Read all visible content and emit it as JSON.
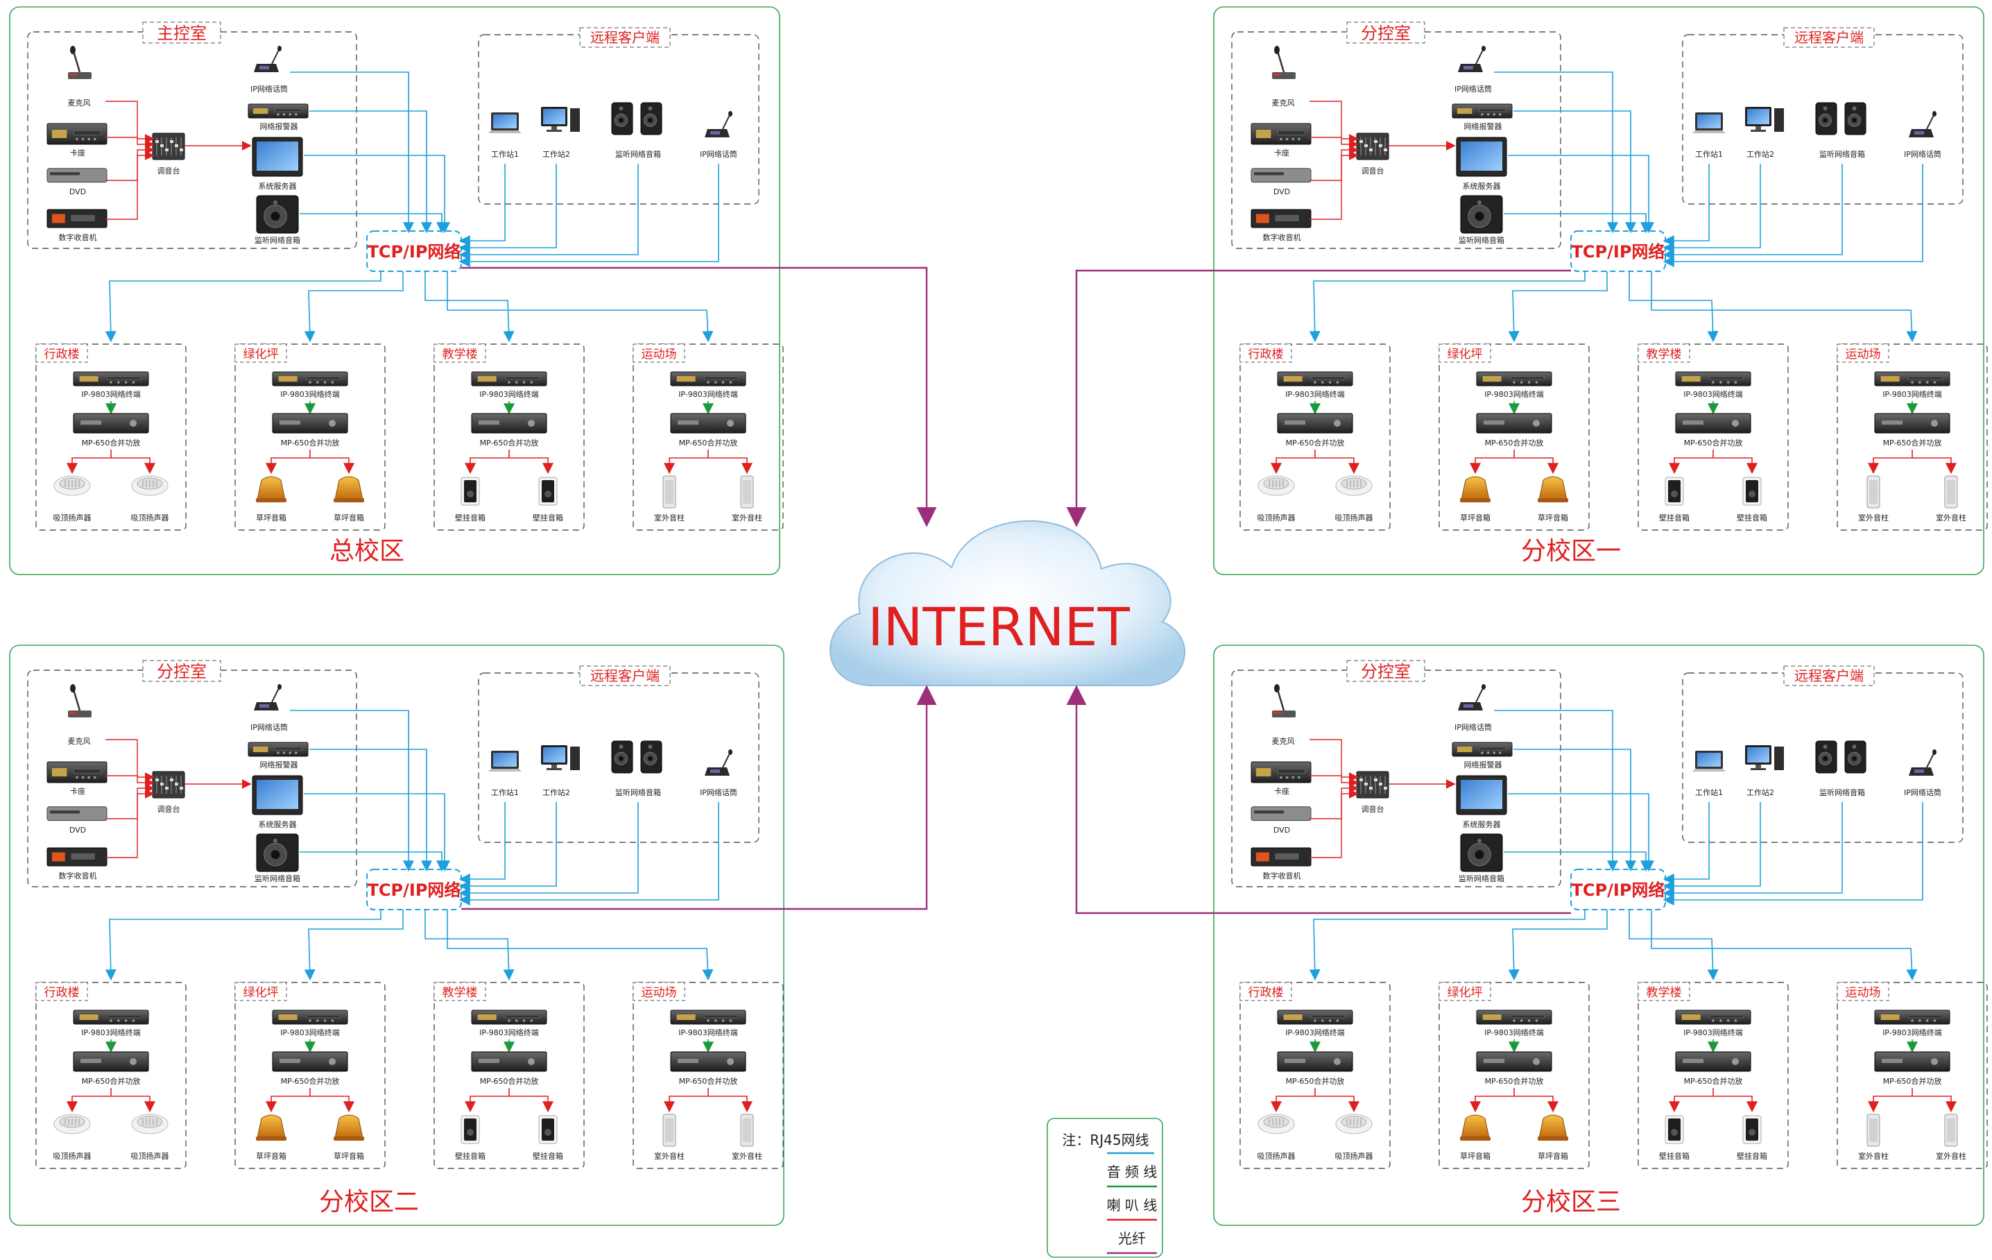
{
  "campuses": [
    {
      "id": "main",
      "name": "总校区",
      "control_room": "主控室"
    },
    {
      "id": "b1",
      "name": "分校区一",
      "control_room": "分控室"
    },
    {
      "id": "b2",
      "name": "分校区二",
      "control_room": "分控室"
    },
    {
      "id": "b3",
      "name": "分校区三",
      "control_room": "分控室"
    }
  ],
  "control_devices": {
    "mic": "麦克风",
    "deck": "卡座",
    "dvd": "DVD",
    "tuner": "数字收音机",
    "mixer": "调音台",
    "ip_pager": "IP网络话筒",
    "alarm": "网络报警器",
    "server": "系统服务器",
    "monitor_speaker": "监听网络音箱"
  },
  "remote": {
    "title": "远程客户端",
    "devices": [
      "工作站1",
      "工作站2",
      "监听网络音箱",
      "IP网络话筒"
    ]
  },
  "network_label": "TCP/IP网络",
  "zones": [
    {
      "name": "行政楼",
      "speaker": "吸顶扬声器"
    },
    {
      "name": "绿化坪",
      "speaker": "草坪音箱"
    },
    {
      "name": "教学楼",
      "speaker": "壁挂音箱"
    },
    {
      "name": "运动场",
      "speaker": "室外音柱"
    }
  ],
  "zone_terminal": "IP-9803网络终端",
  "zone_amp": "MP-650合并功放",
  "internet_label": "INTERNET",
  "legend": {
    "title": "注：RJ45网线",
    "items": [
      {
        "label": "RJ45网线",
        "color": "#1ea0dc"
      },
      {
        "label": "音 频 线",
        "color": "#1a9a3a"
      },
      {
        "label": "喇 叭 线",
        "color": "#e02020"
      },
      {
        "label": "光纤",
        "color": "#9b2f7a"
      }
    ]
  },
  "colors": {
    "rj45": "#1ea0dc",
    "audio": "#1a9a3a",
    "speaker": "#e02020",
    "fiber": "#9b2f7a",
    "campus_border": "#3aa55a",
    "label_red": "#e02020"
  }
}
